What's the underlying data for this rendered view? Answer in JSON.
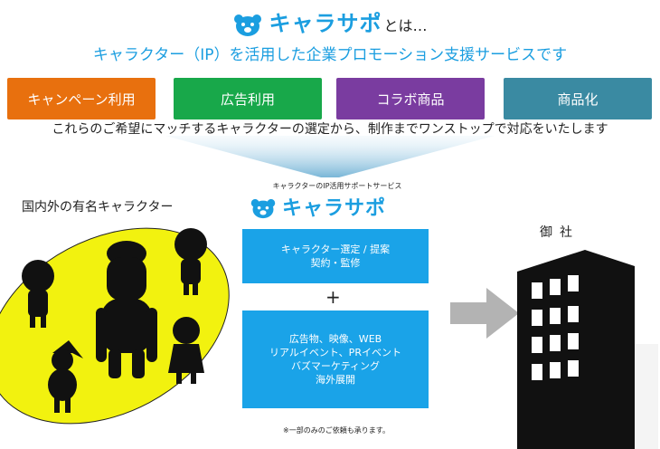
{
  "header": {
    "brand": "キャラサポ",
    "brand_suffix": "とは…",
    "subtitle": "キャラクター（IP）を活用した企業プロモーション支援サービスです"
  },
  "services": [
    {
      "label": "キャンペーン利用",
      "color": "#e8700e"
    },
    {
      "label": "広告利用",
      "color": "#18a84a"
    },
    {
      "label": "コラボ商品",
      "color": "#7a3ca0"
    },
    {
      "label": "商品化",
      "color": "#3a8aa2"
    }
  ],
  "description": "これらのご希望にマッチするキャラクターの選定から、制作までワンストップで対応をいたします",
  "center": {
    "caption": "キャラクターのIP活用サポートサービス",
    "brand": "キャラサポ",
    "box1_lines": [
      "キャラクター選定 / 提案",
      "契約・監修"
    ],
    "plus": "+",
    "box2_lines": [
      "広告物、映像、WEB",
      "リアルイベント、PRイベント",
      "バズマーケティング",
      "海外展開"
    ],
    "note": "※一部のみのご依頼も承ります。"
  },
  "left": {
    "label": "国内外の有名キャラクター"
  },
  "right": {
    "label": "御社"
  },
  "colors": {
    "brand_blue": "#1b9ee0",
    "box_blue": "#1aa3e8",
    "spotlight": "#f2f20f",
    "arrow": "#b3b3b3"
  }
}
